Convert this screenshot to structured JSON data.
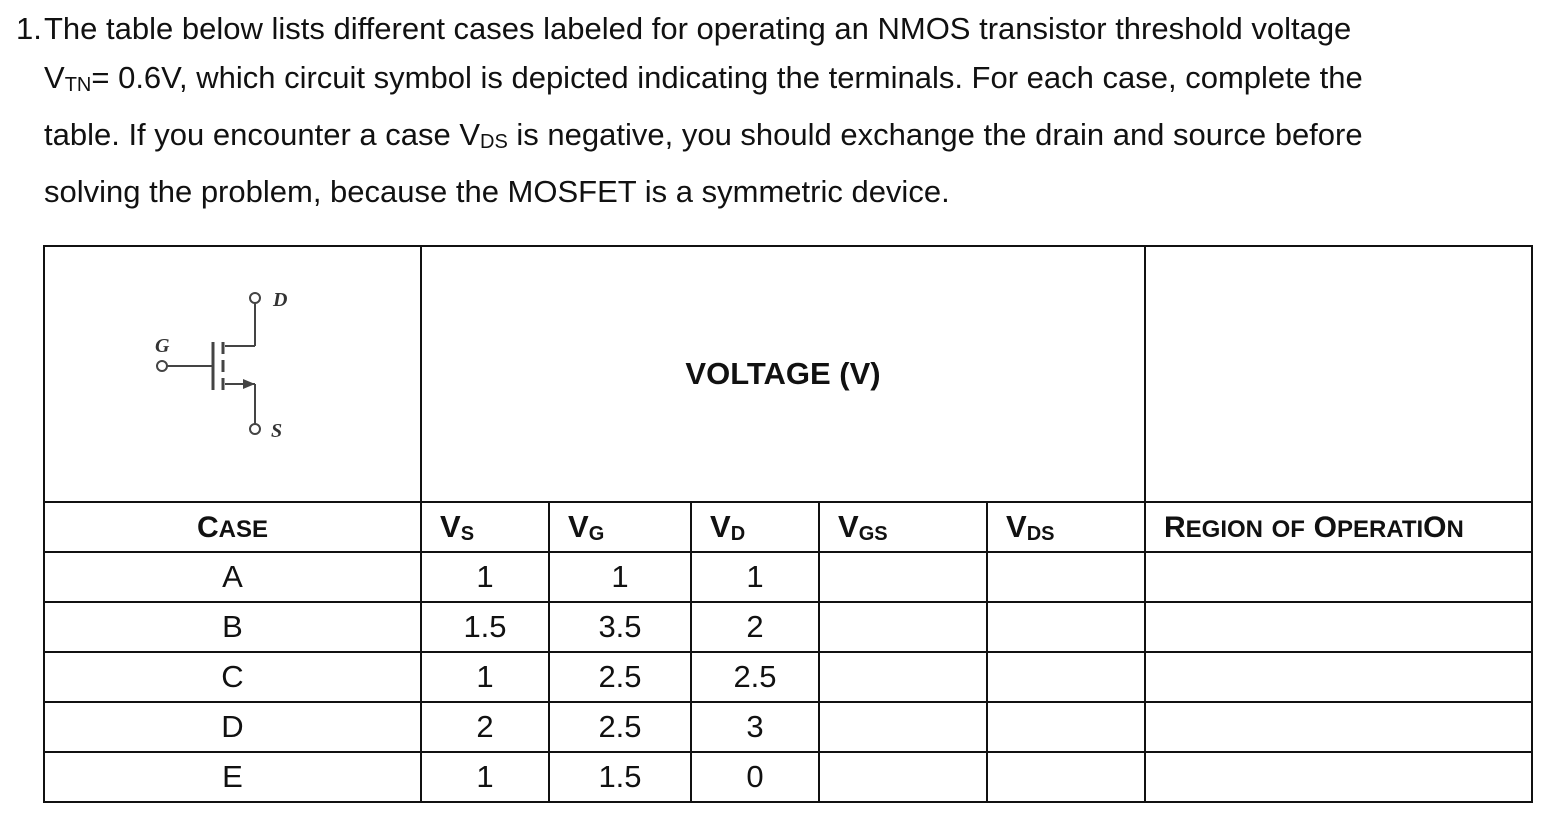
{
  "question": {
    "number": "1.",
    "line1": "The table below lists different cases labeled for operating an NMOS transistor threshold voltage",
    "line2_pre": "V",
    "line2_sub": "TN",
    "line2_post": "= 0.6V, which circuit symbol is depicted indicating the terminals. For each case, complete the",
    "line3_pre": "table. If you encounter a case V",
    "line3_sub": "DS",
    "line3_post": " is negative, you should exchange the drain and source before",
    "line4": "solving the problem, because the MOSFET is a symmetric device."
  },
  "symbol": {
    "gate_label": "G",
    "drain_label": "D",
    "source_label": "S"
  },
  "table": {
    "voltage_title": "VOLTAGE (V)",
    "case_header_big": "C",
    "case_header_small": "ASE",
    "headers": [
      {
        "main": "V",
        "sub": "S"
      },
      {
        "main": "V",
        "sub": "G"
      },
      {
        "main": "V",
        "sub": "D"
      },
      {
        "main": "V",
        "sub": "GS"
      },
      {
        "main": "V",
        "sub": "DS"
      }
    ],
    "region_header": {
      "r1": "R",
      "r2": "EGION",
      "of": "OF",
      "o1": "O",
      "o2": "PERATI",
      "o3": "O",
      "o4": "N"
    },
    "rows": [
      {
        "case": "A",
        "vs": "1",
        "vg": "1",
        "vd": "1",
        "vgs": "",
        "vds": "",
        "region": ""
      },
      {
        "case": "B",
        "vs": "1.5",
        "vg": "3.5",
        "vd": "2",
        "vgs": "",
        "vds": "",
        "region": ""
      },
      {
        "case": "C",
        "vs": "1",
        "vg": "2.5",
        "vd": "2.5",
        "vgs": "",
        "vds": "",
        "region": ""
      },
      {
        "case": "D",
        "vs": "2",
        "vg": "2.5",
        "vd": "3",
        "vgs": "",
        "vds": "",
        "region": ""
      },
      {
        "case": "E",
        "vs": "1",
        "vg": "1.5",
        "vd": "0",
        "vgs": "",
        "vds": "",
        "region": ""
      }
    ]
  }
}
